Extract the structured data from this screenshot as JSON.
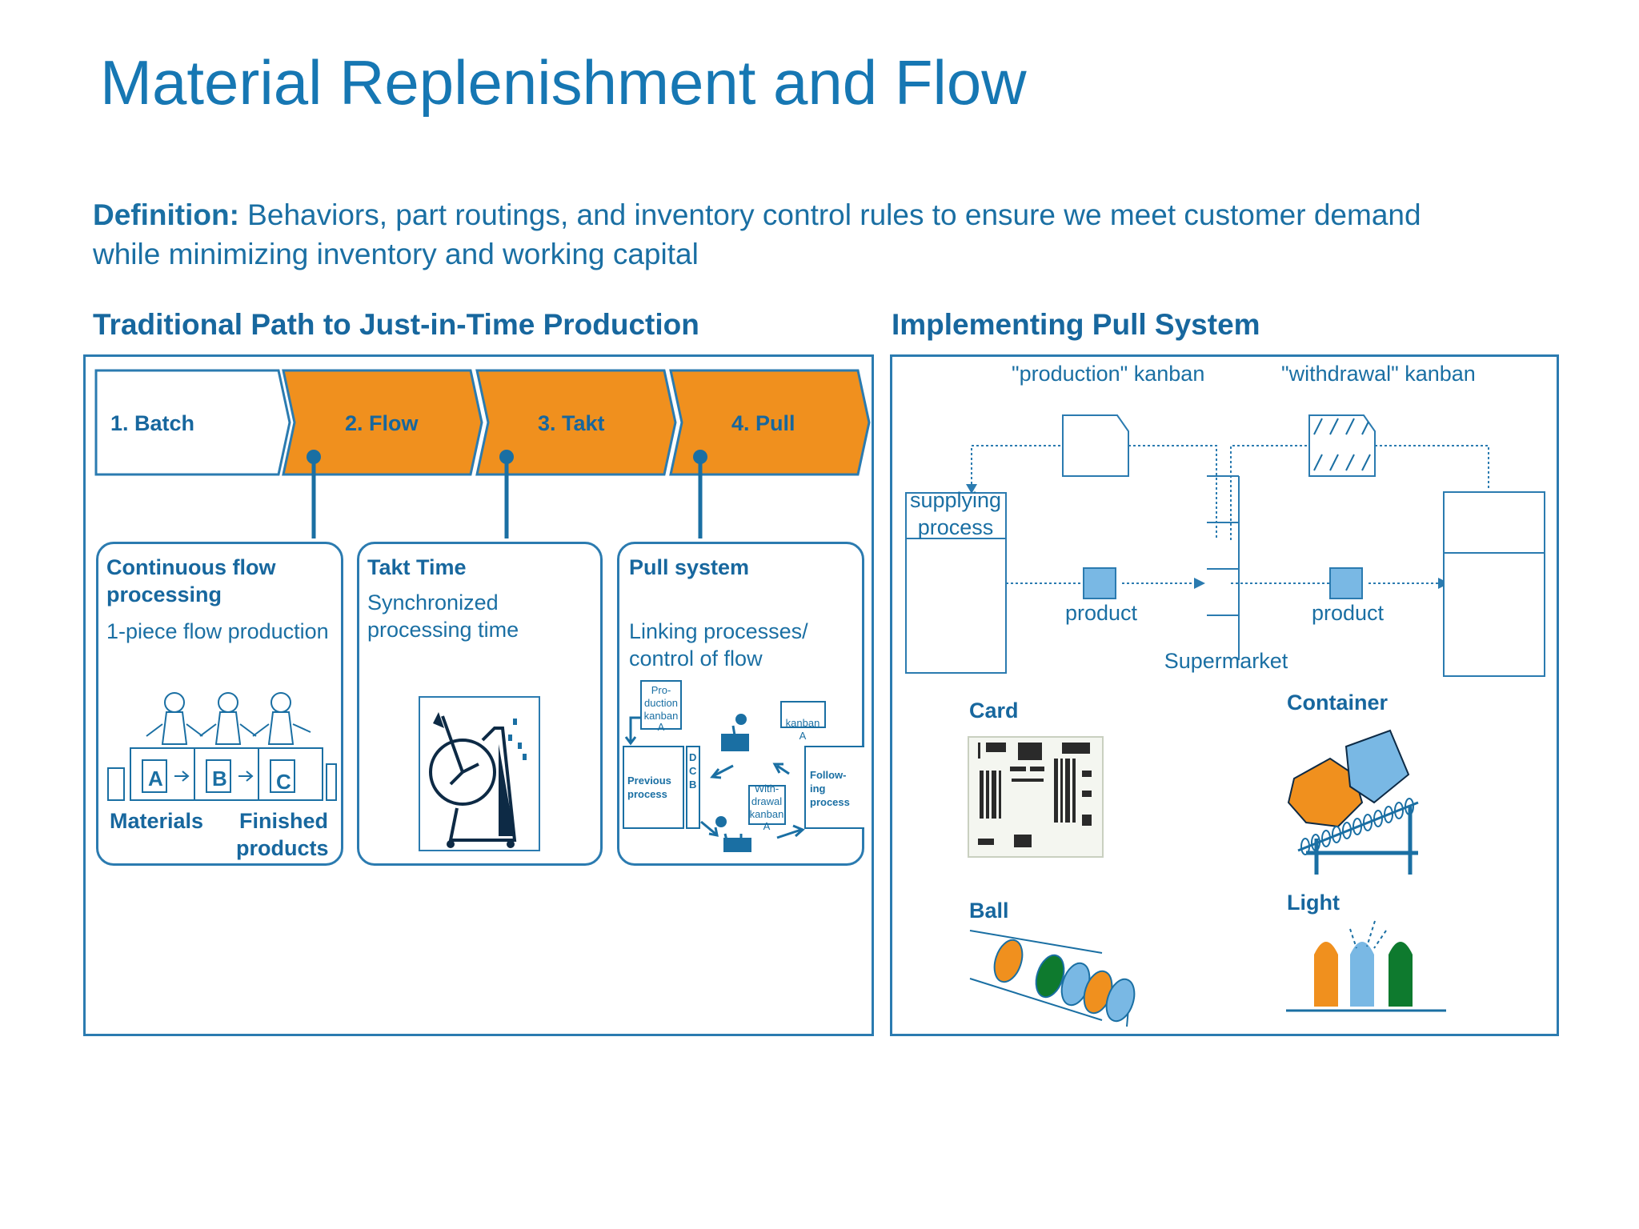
{
  "title": "Material Replenishment and Flow",
  "definition": {
    "label": "Definition:",
    "text": " Behaviors, part routings, and inventory control rules to ensure we meet customer demand while minimizing inventory and working capital"
  },
  "left_section": {
    "heading": "Traditional Path to Just-in-Time Production",
    "steps": [
      "1. Batch",
      "2. Flow",
      "3. Takt",
      "4. Pull"
    ],
    "boxes": [
      {
        "title": "Continuous flow processing",
        "title_l1": "Continuous flow",
        "title_l2": "processing",
        "text": "1-piece flow production",
        "labels": {
          "a": "A",
          "b": "B",
          "c": "C",
          "materials": "Materials",
          "finished_l1": "Finished",
          "finished_l2": "products"
        }
      },
      {
        "title": "Takt Time",
        "text_l1": "Synchronized",
        "text_l2": "processing time"
      },
      {
        "title": "Pull system",
        "text_l1": "Linking processes/",
        "text_l2": "control of flow",
        "labels": {
          "prod_kanban": [
            "Pro-",
            "duction",
            "kanban",
            "A"
          ],
          "kanban": "kanban",
          "kanban_a": "A",
          "previous": [
            "Previous",
            "process"
          ],
          "following": [
            "Follow-",
            "ing",
            "process"
          ],
          "withdrawal": [
            "With-",
            "drawal",
            "kanban",
            "A"
          ],
          "dcb": [
            "D",
            "C",
            "B"
          ]
        }
      }
    ]
  },
  "right_section": {
    "heading": "Implementing Pull System",
    "production_kanban": "\"production\" kanban",
    "withdrawal_kanban": "\"withdrawal\" kanban",
    "supplying_l1": "supplying",
    "supplying_l2": "process",
    "product_1": "product",
    "product_2": "product",
    "supermarket": "Supermarket",
    "methods": [
      "Card",
      "Container",
      "Ball",
      "Light"
    ]
  },
  "colors": {
    "blue": "#1677b3",
    "orange": "#f0901e",
    "light_blue": "#7bb8e6",
    "green": "#0e7a2e"
  }
}
